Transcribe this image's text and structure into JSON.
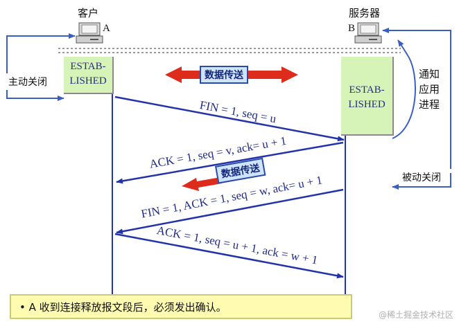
{
  "hosts": {
    "client": {
      "title": "客户",
      "letter": "A"
    },
    "server": {
      "title": "服务器",
      "letter": "B"
    }
  },
  "side_labels": {
    "active_close": "主动关闭",
    "notify_app": [
      "通知",
      "应用",
      "进程"
    ],
    "passive_close": "被动关闭"
  },
  "states": {
    "client": [
      "ESTAB-",
      "LISHED"
    ],
    "server": [
      "ESTAB-",
      "LISHED"
    ]
  },
  "data_transfer": {
    "label_1": "数据传送",
    "label_2": "数据传送"
  },
  "messages": [
    {
      "text": "FIN = 1, seq = u",
      "direction": "A→B"
    },
    {
      "text": "ACK = 1, seq = v, ack= u + 1",
      "direction": "B→A"
    },
    {
      "text": "FIN = 1, ACK = 1, seq = w, ack= u + 1",
      "direction": "B→A"
    },
    {
      "text": "ACK = 1, seq = u + 1, ack = w + 1",
      "direction": "A→B"
    }
  ],
  "note": "• A 收到连接释放报文段后，必须发出确认。",
  "watermark": "@稀土掘金技术社区",
  "colors": {
    "message_line": "#2233aa",
    "loop_line": "#3a5fc0",
    "state_fill": "#d6f3b8",
    "note_fill": "#fffbb0",
    "data_arrow": "#dd2b1c",
    "data_label_fill": "#cfe3fb"
  }
}
